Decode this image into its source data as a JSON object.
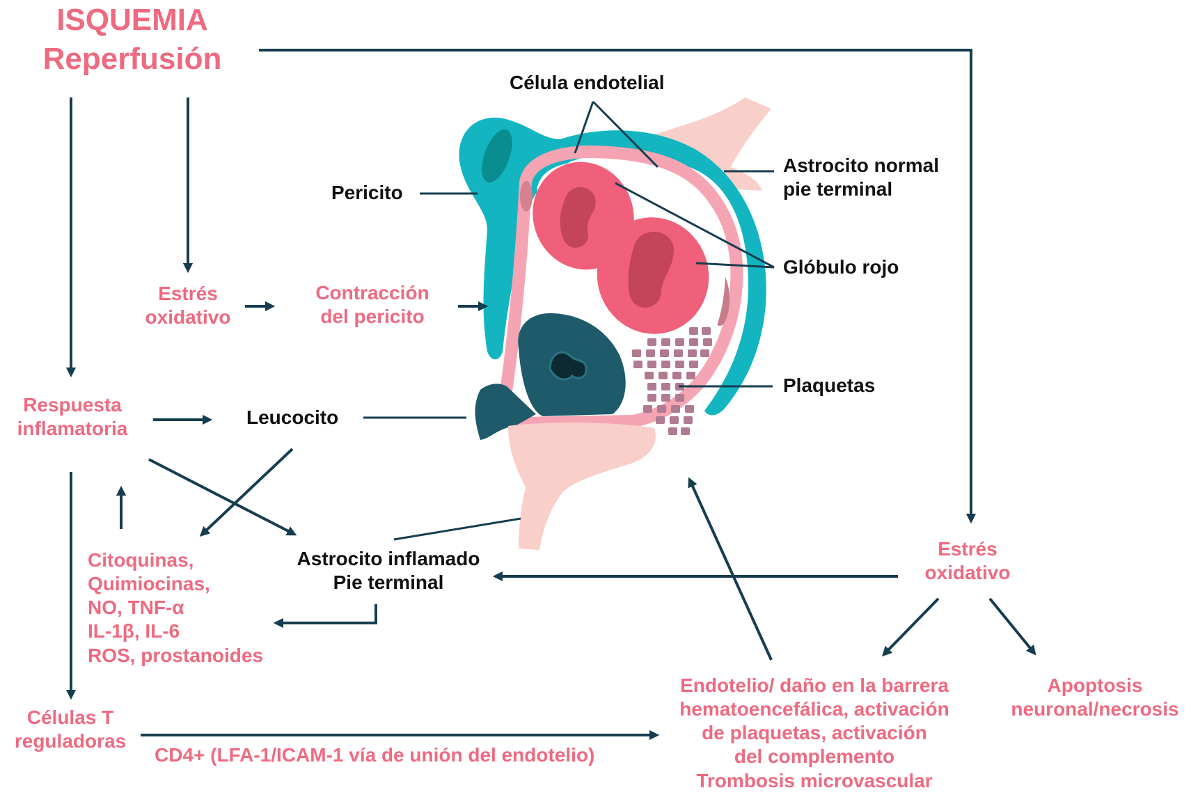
{
  "title": {
    "line1": "ISQUEMIA",
    "line2": "Reperfusión"
  },
  "labels": {
    "estres_oxidativo_left": "Estrés\noxidativo",
    "contraccion_pericito": "Contracción\ndel pericito",
    "respuesta_inflamatoria": "Respuesta\ninflamatoria",
    "leucocito": "Leucocito",
    "citoquinas": "Citoquinas,\nQuimiocinas,\nNO, TNF-α\nIL-1β, IL-6\nROS, prostanoides",
    "astrocito_inflamado": "Astrocito inflamado\nPie terminal",
    "celulas_t": "Células T\nreguladoras",
    "cd4": "CD4+ (LFA-1/ICAM-1 vía de unión del endotelio)",
    "endotelio_dano": "Endotelio/ daño en la barrera\nhematoencefálica, activación\nde plaquetas, activación\ndel complemento\nTrombosis microvascular",
    "estres_oxidativo_right": "Estrés\noxidativo",
    "apoptosis": "Apoptosis\nneuronal/necrosis"
  },
  "anatomy": {
    "celula_endotelial": "Célula endotelial",
    "pericito": "Pericito",
    "astrocito_normal": "Astrocito normal\npie terminal",
    "globulo_rojo": "Glóbulo rojo",
    "plaquetas": "Plaquetas"
  },
  "colors": {
    "pink_text": "#ee6a80",
    "arrow": "#163d4f",
    "pericyte": "#12b5c0",
    "endothelium": "#f5a4b3",
    "rbc": "#f0607a",
    "rbc_inner": "#c44558",
    "leukocyte": "#1e5a6a",
    "platelet": "#b07a92",
    "astrocyte": "#f9cfc9"
  }
}
